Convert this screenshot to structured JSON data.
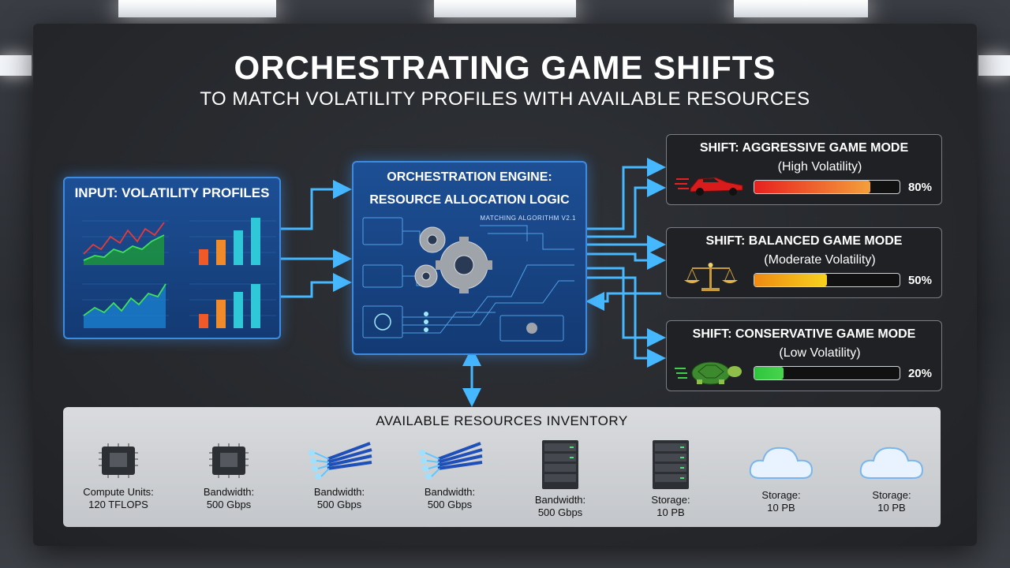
{
  "title": "ORCHESTRATING GAME SHIFTS",
  "subtitle": "TO MATCH VOLATILITY PROFILES WITH AVAILABLE RESOURCES",
  "input_panel": {
    "title": "INPUT: VOLATILITY PROFILES"
  },
  "engine": {
    "title_line1": "ORCHESTRATION ENGINE:",
    "title_line2": "RESOURCE ALLOCATION LOGIC",
    "algorithm_label": "MATCHING ALGORITHM v2.1"
  },
  "modes": [
    {
      "title": "SHIFT: AGGRESSIVE GAME MODE",
      "subtitle": "(High Volatility)",
      "percent_label": "80%",
      "level": 0.8,
      "icon": "race-car-icon",
      "bar_colors": [
        "#e8201f",
        "#f4a03a"
      ]
    },
    {
      "title": "SHIFT: BALANCED GAME MODE",
      "subtitle": "(Moderate Volatility)",
      "percent_label": "50%",
      "level": 0.5,
      "icon": "scales-icon",
      "bar_colors": [
        "#f08a12",
        "#f7d21e"
      ]
    },
    {
      "title": "SHIFT: CONSERVATIVE GAME MODE",
      "subtitle": "(Low Volatility)",
      "percent_label": "20%",
      "level": 0.2,
      "icon": "turtle-icon",
      "bar_colors": [
        "#2fc43d",
        "#49d44d"
      ]
    }
  ],
  "resources": {
    "title": "AVAILABLE RESOURCES INVENTORY",
    "items": [
      {
        "label": "Compute Units:",
        "value": "120 TFLOPS",
        "icon": "chip-icon"
      },
      {
        "label": "Bandwidth:",
        "value": "500 Gbps",
        "icon": "chip-icon"
      },
      {
        "label": "Bandwidth:",
        "value": "500 Gbps",
        "icon": "fiber-cable-icon"
      },
      {
        "label": "Bandwidth:",
        "value": "500 Gbps",
        "icon": "fiber-cable-icon"
      },
      {
        "label": "Bandwidth:",
        "value": "500 Gbps",
        "icon": "server-rack-icon"
      },
      {
        "label": "Storage:",
        "value": "10 PB",
        "icon": "server-rack-icon"
      },
      {
        "label": "Storage:",
        "value": "10 PB",
        "icon": "cloud-icon"
      },
      {
        "label": "Storage:",
        "value": "10 PB",
        "icon": "cloud-icon"
      }
    ]
  },
  "colors": {
    "accent": "#46b8ff",
    "panel_blue": "#1d4f95"
  }
}
